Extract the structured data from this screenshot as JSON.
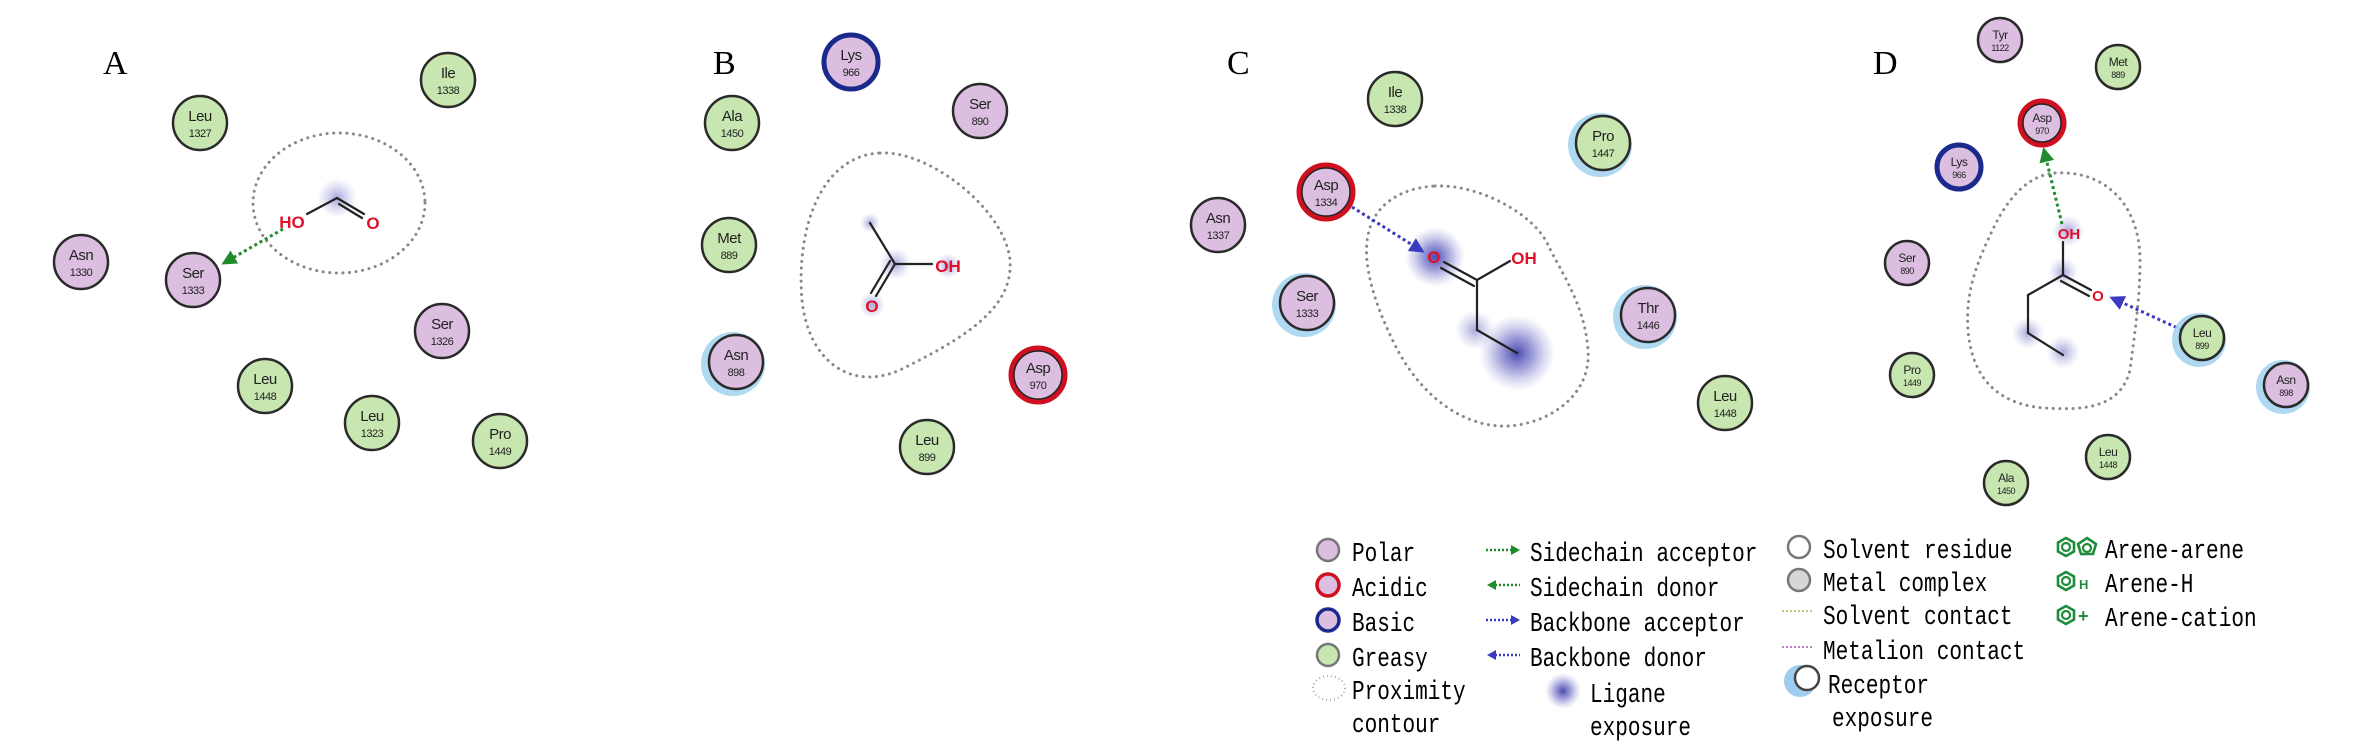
{
  "figure": {
    "panels": [
      {
        "id": "A",
        "label": "A",
        "ligand": {
          "name": "formic acid",
          "atoms": [
            {
              "id": "HO",
              "text": "HO"
            },
            {
              "id": "O",
              "text": "O"
            }
          ]
        },
        "residues": [
          {
            "id": "ile1338",
            "name": "Ile",
            "number": "1338",
            "type": "greasy"
          },
          {
            "id": "leu1327",
            "name": "Leu",
            "number": "1327",
            "type": "greasy"
          },
          {
            "id": "asn1330",
            "name": "Asn",
            "number": "1330",
            "type": "polar"
          },
          {
            "id": "ser1333",
            "name": "Ser",
            "number": "1333",
            "type": "polar"
          },
          {
            "id": "ser1326",
            "name": "Ser",
            "number": "1326",
            "type": "polar"
          },
          {
            "id": "leu1448",
            "name": "Leu",
            "number": "1448",
            "type": "greasy"
          },
          {
            "id": "leu1323",
            "name": "Leu",
            "number": "1323",
            "type": "greasy"
          },
          {
            "id": "pro1449",
            "name": "Pro",
            "number": "1449",
            "type": "greasy"
          }
        ],
        "interactions": [
          {
            "from": "HO",
            "to": "ser1333",
            "type": "sidechain donor"
          }
        ]
      },
      {
        "id": "B",
        "label": "B",
        "ligand": {
          "name": "acetic acid",
          "atoms": [
            {
              "id": "OH",
              "text": "OH"
            },
            {
              "id": "O",
              "text": "O"
            }
          ]
        },
        "residues": [
          {
            "id": "lys966",
            "name": "Lys",
            "number": "966",
            "type": "basic"
          },
          {
            "id": "ala1450",
            "name": "Ala",
            "number": "1450",
            "type": "greasy"
          },
          {
            "id": "ser890",
            "name": "Ser",
            "number": "890",
            "type": "polar"
          },
          {
            "id": "met889",
            "name": "Met",
            "number": "889",
            "type": "greasy"
          },
          {
            "id": "asn898",
            "name": "Asn",
            "number": "898",
            "type": "polar",
            "receptor_exposure": true
          },
          {
            "id": "asp970",
            "name": "Asp",
            "number": "970",
            "type": "acidic"
          },
          {
            "id": "leu899",
            "name": "Leu",
            "number": "899",
            "type": "greasy"
          }
        ],
        "interactions": []
      },
      {
        "id": "C",
        "label": "C",
        "ligand": {
          "name": "propionic acid",
          "atoms": [
            {
              "id": "O",
              "text": "O"
            },
            {
              "id": "OH",
              "text": "OH"
            }
          ]
        },
        "residues": [
          {
            "id": "ile1338",
            "name": "Ile",
            "number": "1338",
            "type": "greasy"
          },
          {
            "id": "pro1447",
            "name": "Pro",
            "number": "1447",
            "type": "greasy",
            "receptor_exposure": true
          },
          {
            "id": "asp1334",
            "name": "Asp",
            "number": "1334",
            "type": "acidic"
          },
          {
            "id": "asn1337",
            "name": "Asn",
            "number": "1337",
            "type": "polar"
          },
          {
            "id": "ser1333",
            "name": "Ser",
            "number": "1333",
            "type": "polar",
            "receptor_exposure": true
          },
          {
            "id": "thr1446",
            "name": "Thr",
            "number": "1446",
            "type": "polar",
            "receptor_exposure": true
          },
          {
            "id": "leu1448",
            "name": "Leu",
            "number": "1448",
            "type": "greasy"
          }
        ],
        "interactions": [
          {
            "from": "asp1334",
            "to": "O",
            "type": "backbone acceptor"
          }
        ]
      },
      {
        "id": "D",
        "label": "D",
        "ligand": {
          "name": "butyric acid",
          "atoms": [
            {
              "id": "OH",
              "text": "OH"
            },
            {
              "id": "O",
              "text": "O"
            }
          ]
        },
        "residues": [
          {
            "id": "tyr1122",
            "name": "Tyr",
            "number": "1122",
            "type": "polar"
          },
          {
            "id": "met889",
            "name": "Met",
            "number": "889",
            "type": "greasy"
          },
          {
            "id": "asp970",
            "name": "Asp",
            "number": "970",
            "type": "acidic"
          },
          {
            "id": "lys966",
            "name": "Lys",
            "number": "966",
            "type": "basic"
          },
          {
            "id": "ser890",
            "name": "Ser",
            "number": "890",
            "type": "polar"
          },
          {
            "id": "leu899",
            "name": "Leu",
            "number": "899",
            "type": "greasy",
            "receptor_exposure": true
          },
          {
            "id": "pro1449",
            "name": "Pro",
            "number": "1449",
            "type": "greasy"
          },
          {
            "id": "asn898",
            "name": "Asn",
            "number": "898",
            "type": "polar",
            "receptor_exposure": true
          },
          {
            "id": "leu1448",
            "name": "Leu",
            "number": "1448",
            "type": "greasy"
          },
          {
            "id": "ala1450",
            "name": "Ala",
            "number": "1450",
            "type": "greasy"
          }
        ],
        "interactions": [
          {
            "from": "OH",
            "to": "asp970",
            "type": "sidechain acceptor"
          },
          {
            "from": "leu899",
            "to": "O",
            "type": "backbone acceptor"
          }
        ]
      }
    ],
    "colors": {
      "polar_fill": "#dcbfe0",
      "greasy_fill": "#c8e6b0",
      "acidic_ring": "#d01020",
      "basic_ring": "#1a2a8c",
      "residue_ring": "#2a2a2a",
      "sidechain_arrow": "#1e8c2a",
      "backbone_arrow": "#3a3ac0",
      "atom_text": "#e0102a",
      "exposure": "#3c3ca8",
      "receptor_exposure": "#9ad0ee",
      "arene_icon": "#1e8c3a"
    },
    "legend": {
      "col1": [
        {
          "key": "polar",
          "label": "Polar"
        },
        {
          "key": "acidic",
          "label": "Acidic"
        },
        {
          "key": "basic",
          "label": "Basic"
        },
        {
          "key": "greasy",
          "label": "Greasy"
        },
        {
          "key": "proximity",
          "label": "Proximity",
          "label2": "contour"
        }
      ],
      "col2": [
        {
          "key": "sidechain-acceptor",
          "label": "Sidechain acceptor"
        },
        {
          "key": "sidechain-donor",
          "label": "Sidechain donor"
        },
        {
          "key": "backbone-acceptor",
          "label": "Backbone acceptor"
        },
        {
          "key": "backbone-donor",
          "label": "Backbone donor"
        },
        {
          "key": "ligand-exposure",
          "label": "Ligane",
          "label2": "exposure"
        }
      ],
      "col3": [
        {
          "key": "solvent-residue",
          "label": "Solvent residue"
        },
        {
          "key": "metal-complex",
          "label": "Metal complex"
        },
        {
          "key": "solvent-contact",
          "label": "Solvent contact"
        },
        {
          "key": "metalion-contact",
          "label": "Metalion contact"
        },
        {
          "key": "receptor-exposure",
          "label": "Receptor",
          "label2": "exposure"
        }
      ],
      "col4": [
        {
          "key": "arene-arene",
          "label": "Arene-arene",
          "icon_text": ""
        },
        {
          "key": "arene-h",
          "label": "Arene-H",
          "icon_text": "H"
        },
        {
          "key": "arene-cation",
          "label": "Arene-cation",
          "icon_text": "+"
        }
      ]
    }
  }
}
